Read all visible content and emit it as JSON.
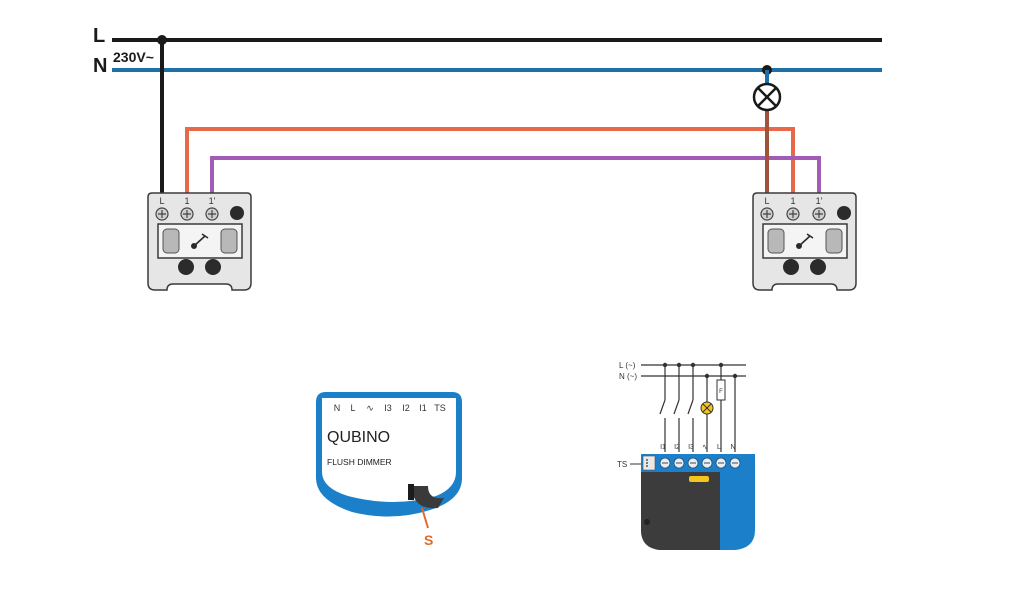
{
  "wiring": {
    "line_label": "L",
    "neutral_label": "N",
    "voltage": "230V~",
    "switch_left": {
      "terminals": [
        "L",
        "1",
        "1'"
      ]
    },
    "switch_right": {
      "terminals": [
        "L",
        "1",
        "1'"
      ]
    }
  },
  "module": {
    "terminals": [
      "N",
      "L",
      "∿",
      "I3",
      "I2",
      "I1",
      "TS"
    ],
    "brand": "QUBINO",
    "product": "FLUSH DIMMER",
    "button_label": "S"
  },
  "schematic": {
    "line_label": "L (~)",
    "neutral_label": "N (~)",
    "ts_label": "TS",
    "terminals": [
      "I1",
      "I2",
      "I3",
      "∿",
      "L",
      "N"
    ],
    "fuse_label": "F"
  },
  "colors": {
    "line": "#1a1a1a",
    "neutral": "#1f6fa8",
    "traveler_1": "#e8684a",
    "traveler_2": "#a35bb5",
    "lamp_return": "#a0523d",
    "module_blue": "#1c7fc9",
    "module_dark": "#3c3c3c",
    "accent_orange": "#e36a2b"
  }
}
